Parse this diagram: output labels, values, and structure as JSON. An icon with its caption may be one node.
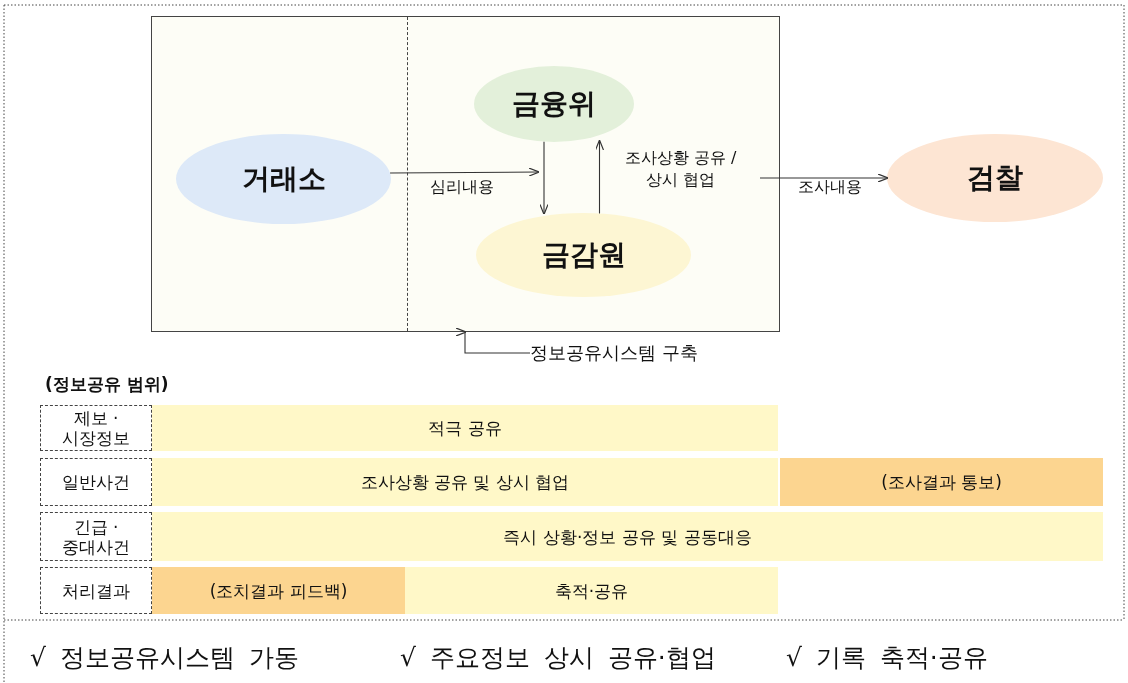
{
  "diagram": {
    "nodes": [
      {
        "text": [],
        "shape": "box"
      },
      {
        "text": [
          "거래소"
        ],
        "in": 0
      },
      {
        "text": [
          "금융위"
        ],
        "in": 0
      },
      {
        "text": [
          "금감원"
        ],
        "in": 0
      },
      {
        "text": [
          "검찰"
        ]
      },
      {
        "text": [
          "정보공유시스템 구축"
        ]
      }
    ],
    "edges": [
      {
        "from": 1,
        "to": null,
        "arrow": "to",
        "label": "심리내용"
      },
      {
        "from": 2,
        "to": 3,
        "arrow": "to"
      },
      {
        "from": 3,
        "to": 2,
        "arrow": "to",
        "label": "조사상황 공유 / 상시 협업"
      },
      {
        "from": null,
        "to": 4,
        "arrow": "to",
        "label": "조사내용"
      },
      {
        "from": 5,
        "to": 0,
        "arrow": "to"
      }
    ],
    "labels": [
      "(정보공유 범위)",
      "제보 · 시장정보",
      "적극 공유",
      "일반사건",
      "조사상황 공유 및 상시 협업",
      "(조사결과 통보)",
      "긴급 · 중대사건",
      "즉시 상황·정보 공유 및 공동대응",
      "처리결과",
      "(조치결과 피드백)",
      "축적·공유",
      "√ 정보공유시스템 가동",
      "√ 주요정보 상시 공유·협업",
      "√ 기록 축적·공유"
    ]
  }
}
